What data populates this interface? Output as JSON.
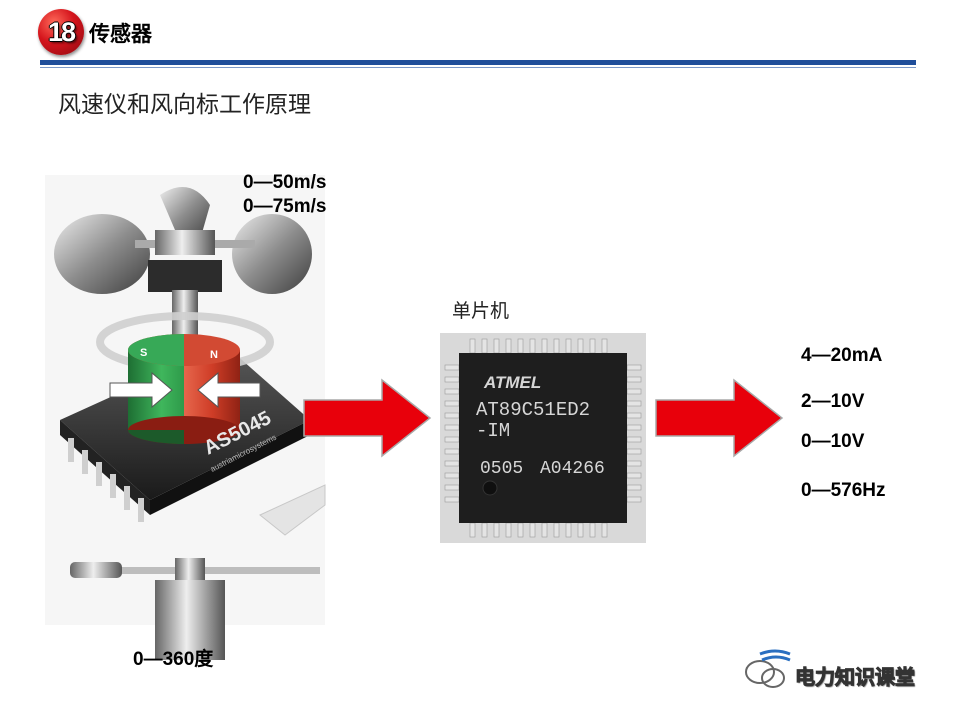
{
  "header": {
    "badge_number": "18",
    "section_title": "传感器"
  },
  "slide": {
    "title": "风速仪和风向标工作原理"
  },
  "anemometer": {
    "ranges": [
      "0—50m/s",
      "0—75m/s"
    ],
    "magnet_left_pole": "S",
    "magnet_right_pole": "N",
    "sensor_ic_marking": "AS5045",
    "sensor_ic_brand": "austriamicrosystems"
  },
  "wind_vane": {
    "range": "0—360度"
  },
  "mcu": {
    "label": "单片机",
    "brand": "ATMEL",
    "part_line1": "AT89C51ED2",
    "part_line2": "-IM",
    "code1": "0505",
    "code2": "A04266"
  },
  "outputs": [
    "4—20mA",
    "2—10V",
    "0—10V",
    "0—576Hz"
  ],
  "watermark": {
    "text": "电力知识课堂"
  },
  "colors": {
    "accent_blue": "#1f4e9a",
    "arrow_red": "#e8000b",
    "badge_red": "#d4141c",
    "magnet_green": "#2e9a4a",
    "magnet_red": "#d8452f"
  }
}
